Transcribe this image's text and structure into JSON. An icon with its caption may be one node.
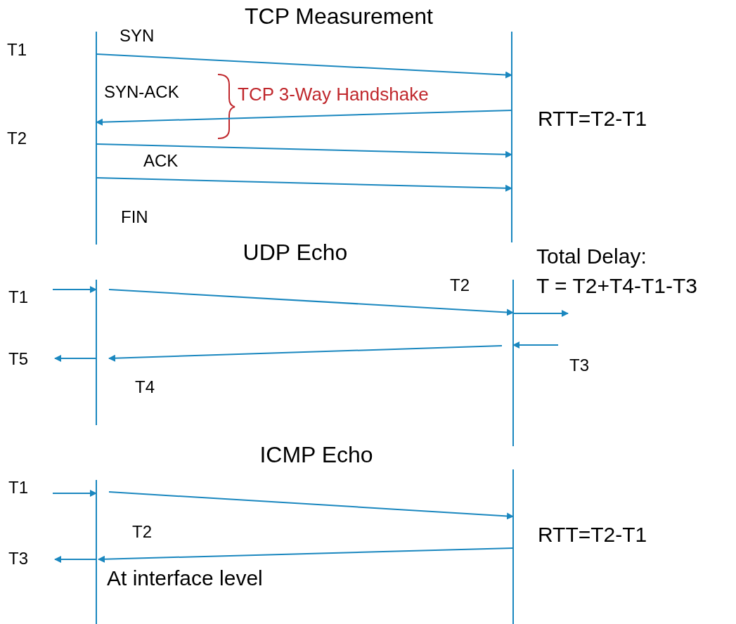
{
  "diagram": {
    "nodes": [
      {
        "text": [],
        "shape": "bar"
      },
      {
        "text": [],
        "shape": "bar"
      },
      {
        "text": [],
        "shape": "bar"
      },
      {
        "text": [],
        "shape": "bar"
      },
      {
        "text": [],
        "shape": "bar"
      },
      {
        "text": [],
        "shape": "bar"
      }
    ],
    "edges": [
      {
        "from": 0,
        "to": 1,
        "arrow": "to",
        "label": "SYN"
      },
      {
        "from": 1,
        "to": 0,
        "arrow": "to",
        "label": "SYN-ACK"
      },
      {
        "from": 0,
        "to": 1,
        "arrow": "to",
        "label": "ACK"
      },
      {
        "from": 0,
        "to": 1,
        "arrow": "to",
        "label": "FIN"
      },
      {
        "from": null,
        "to": 2,
        "arrow": "to"
      },
      {
        "from": 2,
        "to": 3,
        "arrow": "to"
      },
      {
        "from": 3,
        "to": null,
        "arrow": "to"
      },
      {
        "from": null,
        "to": 3,
        "arrow": "to"
      },
      {
        "from": 3,
        "to": 2,
        "arrow": "to"
      },
      {
        "from": 2,
        "to": null,
        "arrow": "to"
      },
      {
        "from": null,
        "to": 4,
        "arrow": "to"
      },
      {
        "from": 4,
        "to": 5,
        "arrow": "to"
      },
      {
        "from": 5,
        "to": 4,
        "arrow": "to"
      },
      {
        "from": 4,
        "to": null,
        "arrow": "to"
      }
    ],
    "labels": [
      "TCP Measurement",
      "T1",
      "TCP 3-Way Handshake",
      "RTT=T2-T1",
      "T2",
      "UDP Echo",
      "Total Delay:",
      "T1",
      "T2",
      "T = T2+T4-T1-T3",
      "T5",
      "T3",
      "T4",
      "ICMP Echo",
      "T1",
      "T2",
      "RTT=T2-T1",
      "T3",
      "At interface level"
    ]
  }
}
